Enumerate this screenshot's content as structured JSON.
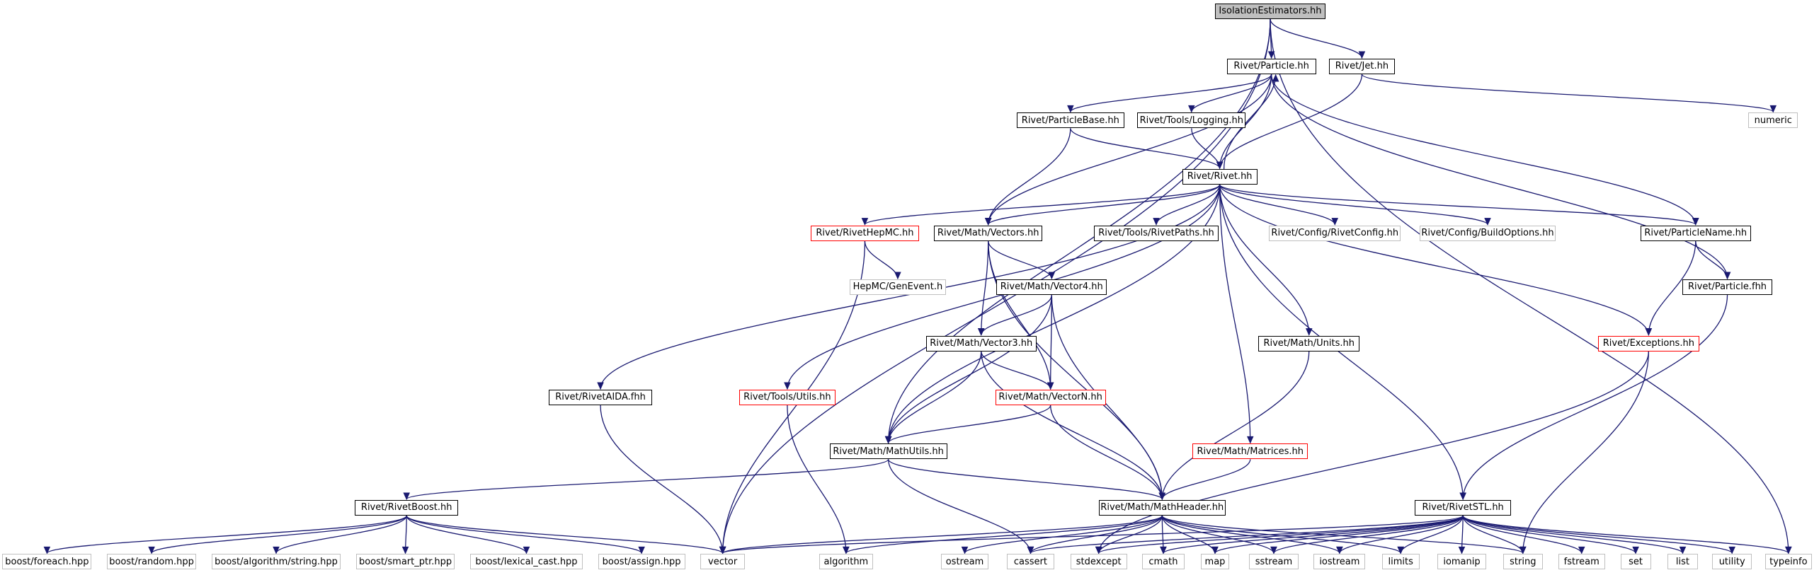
{
  "graph": {
    "nodes": [
      {
        "id": "iso",
        "label": "IsolationEstimators.hh",
        "style": "root"
      },
      {
        "id": "particle",
        "label": "Rivet/Particle.hh",
        "style": "std"
      },
      {
        "id": "jet",
        "label": "Rivet/Jet.hh",
        "style": "std"
      },
      {
        "id": "numeric",
        "label": "numeric",
        "style": "ext"
      },
      {
        "id": "pbase",
        "label": "Rivet/ParticleBase.hh",
        "style": "std"
      },
      {
        "id": "logging",
        "label": "Rivet/Tools/Logging.hh",
        "style": "std"
      },
      {
        "id": "rivet",
        "label": "Rivet/Rivet.hh",
        "style": "std"
      },
      {
        "id": "hepmc",
        "label": "Rivet/RivetHepMC.hh",
        "style": "red"
      },
      {
        "id": "vectors",
        "label": "Rivet/Math/Vectors.hh",
        "style": "std"
      },
      {
        "id": "paths",
        "label": "Rivet/Tools/RivetPaths.hh",
        "style": "std"
      },
      {
        "id": "config",
        "label": "Rivet/Config/RivetConfig.hh",
        "style": "ext"
      },
      {
        "id": "buildopt",
        "label": "Rivet/Config/BuildOptions.hh",
        "style": "ext"
      },
      {
        "id": "pname",
        "label": "Rivet/ParticleName.hh",
        "style": "std"
      },
      {
        "id": "genevent",
        "label": "HepMC/GenEvent.h",
        "style": "ext"
      },
      {
        "id": "vector4",
        "label": "Rivet/Math/Vector4.hh",
        "style": "std"
      },
      {
        "id": "pfhh",
        "label": "Rivet/Particle.fhh",
        "style": "std"
      },
      {
        "id": "vector3",
        "label": "Rivet/Math/Vector3.hh",
        "style": "std"
      },
      {
        "id": "units",
        "label": "Rivet/Math/Units.hh",
        "style": "std"
      },
      {
        "id": "exceptions",
        "label": "Rivet/Exceptions.hh",
        "style": "red"
      },
      {
        "id": "aida",
        "label": "Rivet/RivetAIDA.fhh",
        "style": "std"
      },
      {
        "id": "utils",
        "label": "Rivet/Tools/Utils.hh",
        "style": "red"
      },
      {
        "id": "vectorn",
        "label": "Rivet/Math/VectorN.hh",
        "style": "red"
      },
      {
        "id": "matrices",
        "label": "Rivet/Math/Matrices.hh",
        "style": "red"
      },
      {
        "id": "mathutils",
        "label": "Rivet/Math/MathUtils.hh",
        "style": "std"
      },
      {
        "id": "boost",
        "label": "Rivet/RivetBoost.hh",
        "style": "std"
      },
      {
        "id": "mathheader",
        "label": "Rivet/Math/MathHeader.hh",
        "style": "std"
      },
      {
        "id": "stl",
        "label": "Rivet/RivetSTL.hh",
        "style": "std"
      },
      {
        "id": "foreach",
        "label": "boost/foreach.hpp",
        "style": "ext"
      },
      {
        "id": "random",
        "label": "boost/random.hpp",
        "style": "ext"
      },
      {
        "id": "bstring",
        "label": "boost/algorithm/string.hpp",
        "style": "ext"
      },
      {
        "id": "smartptr",
        "label": "boost/smart_ptr.hpp",
        "style": "ext"
      },
      {
        "id": "lexcast",
        "label": "boost/lexical_cast.hpp",
        "style": "ext"
      },
      {
        "id": "assign",
        "label": "boost/assign.hpp",
        "style": "ext"
      },
      {
        "id": "vector",
        "label": "vector",
        "style": "ext"
      },
      {
        "id": "algorithm",
        "label": "algorithm",
        "style": "ext"
      },
      {
        "id": "ostream",
        "label": "ostream",
        "style": "ext"
      },
      {
        "id": "cassert",
        "label": "cassert",
        "style": "ext"
      },
      {
        "id": "stdexcept",
        "label": "stdexcept",
        "style": "ext"
      },
      {
        "id": "cmath",
        "label": "cmath",
        "style": "ext"
      },
      {
        "id": "map",
        "label": "map",
        "style": "ext"
      },
      {
        "id": "sstream",
        "label": "sstream",
        "style": "ext"
      },
      {
        "id": "iostream",
        "label": "iostream",
        "style": "ext"
      },
      {
        "id": "limits",
        "label": "limits",
        "style": "ext"
      },
      {
        "id": "iomanip",
        "label": "iomanip",
        "style": "ext"
      },
      {
        "id": "string",
        "label": "string",
        "style": "ext"
      },
      {
        "id": "fstream",
        "label": "fstream",
        "style": "ext"
      },
      {
        "id": "set",
        "label": "set",
        "style": "ext"
      },
      {
        "id": "list",
        "label": "list",
        "style": "ext"
      },
      {
        "id": "utility",
        "label": "utility",
        "style": "ext"
      },
      {
        "id": "typeinfo",
        "label": "typeinfo",
        "style": "ext"
      }
    ],
    "edges": [
      [
        "iso",
        "particle"
      ],
      [
        "iso",
        "jet"
      ],
      [
        "iso",
        "vector"
      ],
      [
        "iso",
        "mathutils"
      ],
      [
        "iso",
        "typeinfo"
      ],
      [
        "particle",
        "pbase"
      ],
      [
        "particle",
        "logging"
      ],
      [
        "particle",
        "rivet"
      ],
      [
        "particle",
        "vectors"
      ],
      [
        "particle",
        "pname"
      ],
      [
        "particle",
        "pfhh"
      ],
      [
        "jet",
        "rivet"
      ],
      [
        "jet",
        "numeric"
      ],
      [
        "pbase",
        "rivet"
      ],
      [
        "pbase",
        "vectors"
      ],
      [
        "logging",
        "rivet"
      ],
      [
        "rivet",
        "particle"
      ],
      [
        "rivet",
        "hepmc"
      ],
      [
        "rivet",
        "vectors"
      ],
      [
        "rivet",
        "paths"
      ],
      [
        "rivet",
        "config"
      ],
      [
        "rivet",
        "buildopt"
      ],
      [
        "rivet",
        "pname"
      ],
      [
        "rivet",
        "units"
      ],
      [
        "rivet",
        "exceptions"
      ],
      [
        "rivet",
        "aida"
      ],
      [
        "rivet",
        "utils"
      ],
      [
        "rivet",
        "mathutils"
      ],
      [
        "rivet",
        "matrices"
      ],
      [
        "rivet",
        "stl"
      ],
      [
        "hepmc",
        "genevent"
      ],
      [
        "hepmc",
        "vector"
      ],
      [
        "vectors",
        "vector4"
      ],
      [
        "vectors",
        "vector3"
      ],
      [
        "vectors",
        "vectorn"
      ],
      [
        "vectors",
        "mathheader"
      ],
      [
        "vector4",
        "vector3"
      ],
      [
        "vector4",
        "vectorn"
      ],
      [
        "vector4",
        "mathutils"
      ],
      [
        "vector4",
        "mathheader"
      ],
      [
        "vector3",
        "vectorn"
      ],
      [
        "vector3",
        "mathutils"
      ],
      [
        "vector3",
        "mathheader"
      ],
      [
        "vectorn",
        "mathutils"
      ],
      [
        "vectorn",
        "mathheader"
      ],
      [
        "matrices",
        "mathheader"
      ],
      [
        "units",
        "mathheader"
      ],
      [
        "pname",
        "exceptions"
      ],
      [
        "pname",
        "pfhh"
      ],
      [
        "pfhh",
        "stl"
      ],
      [
        "exceptions",
        "stdexcept"
      ],
      [
        "exceptions",
        "string"
      ],
      [
        "aida",
        "vector"
      ],
      [
        "utils",
        "algorithm"
      ],
      [
        "mathutils",
        "boost"
      ],
      [
        "mathutils",
        "mathheader"
      ],
      [
        "mathutils",
        "cassert"
      ],
      [
        "boost",
        "foreach"
      ],
      [
        "boost",
        "random"
      ],
      [
        "boost",
        "bstring"
      ],
      [
        "boost",
        "smartptr"
      ],
      [
        "boost",
        "lexcast"
      ],
      [
        "boost",
        "assign"
      ],
      [
        "boost",
        "vector"
      ],
      [
        "mathheader",
        "vector"
      ],
      [
        "mathheader",
        "algorithm"
      ],
      [
        "mathheader",
        "ostream"
      ],
      [
        "mathheader",
        "cassert"
      ],
      [
        "mathheader",
        "stdexcept"
      ],
      [
        "mathheader",
        "cmath"
      ],
      [
        "mathheader",
        "map"
      ],
      [
        "mathheader",
        "sstream"
      ],
      [
        "mathheader",
        "iostream"
      ],
      [
        "mathheader",
        "limits"
      ],
      [
        "mathheader",
        "string"
      ],
      [
        "stl",
        "vector"
      ],
      [
        "stl",
        "cassert"
      ],
      [
        "stl",
        "stdexcept"
      ],
      [
        "stl",
        "cmath"
      ],
      [
        "stl",
        "map"
      ],
      [
        "stl",
        "sstream"
      ],
      [
        "stl",
        "iostream"
      ],
      [
        "stl",
        "limits"
      ],
      [
        "stl",
        "iomanip"
      ],
      [
        "stl",
        "string"
      ],
      [
        "stl",
        "fstream"
      ],
      [
        "stl",
        "set"
      ],
      [
        "stl",
        "list"
      ],
      [
        "stl",
        "utility"
      ],
      [
        "stl",
        "typeinfo"
      ]
    ]
  }
}
